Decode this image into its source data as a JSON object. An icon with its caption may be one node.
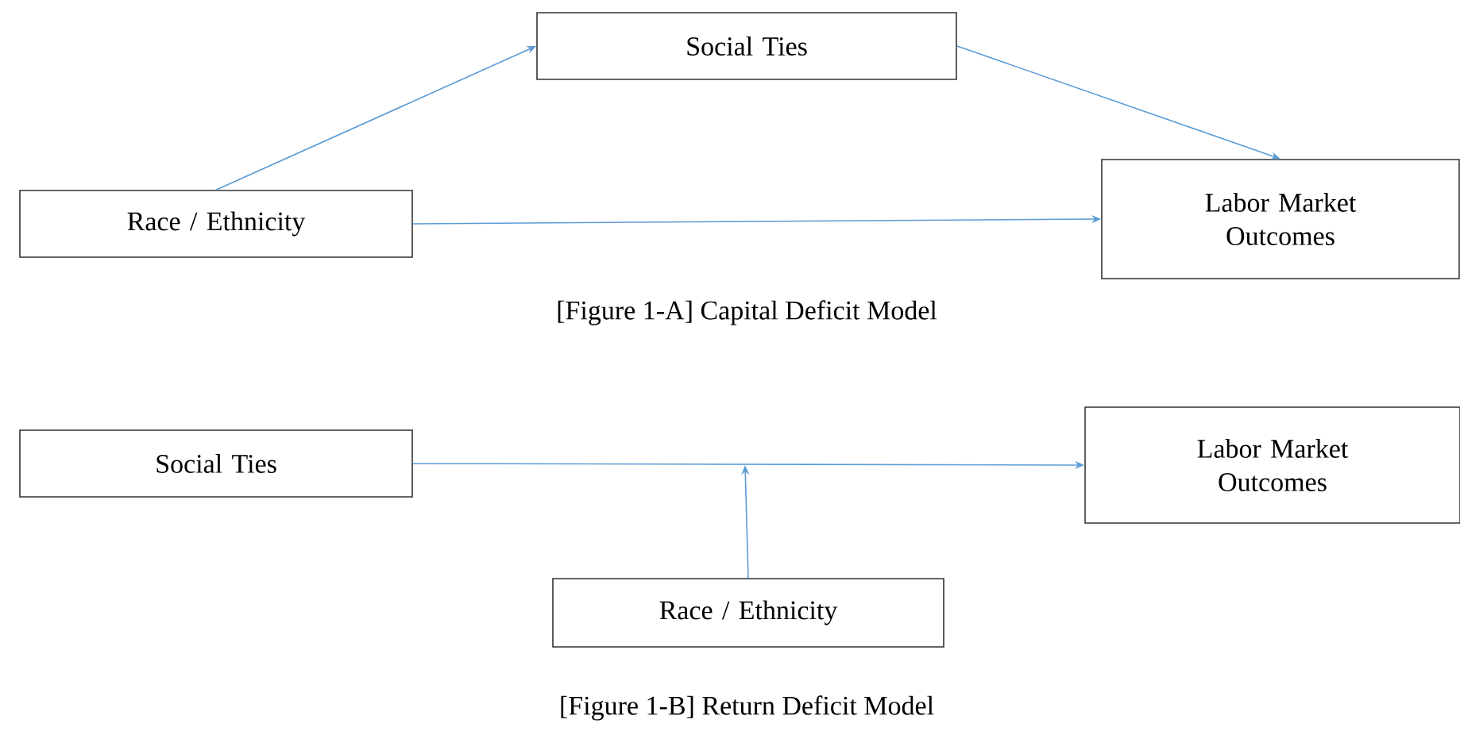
{
  "diagram": {
    "nodes": [
      {
        "text": [
          "Social Ties"
        ]
      },
      {
        "text": [
          "Race / Ethnicity"
        ]
      },
      {
        "text": [
          "Labor Market Outcomes"
        ]
      },
      {
        "text": [
          "Social Ties"
        ]
      },
      {
        "text": [
          "Labor Market Outcomes"
        ]
      },
      {
        "text": [
          "Race / Ethnicity"
        ]
      }
    ],
    "edges": [
      {
        "from": 1,
        "to": 0,
        "arrow": "to"
      },
      {
        "from": 0,
        "to": 2,
        "arrow": "to"
      },
      {
        "from": 1,
        "to": 2,
        "arrow": "to"
      },
      {
        "from": 3,
        "to": 4,
        "arrow": "to"
      },
      {
        "from": 5,
        "to": null,
        "arrow": "to"
      }
    ],
    "labels": [
      "[Figure 1-A] Capital Deficit Model",
      "[Figure 1-B] Return Deficit Model"
    ]
  }
}
